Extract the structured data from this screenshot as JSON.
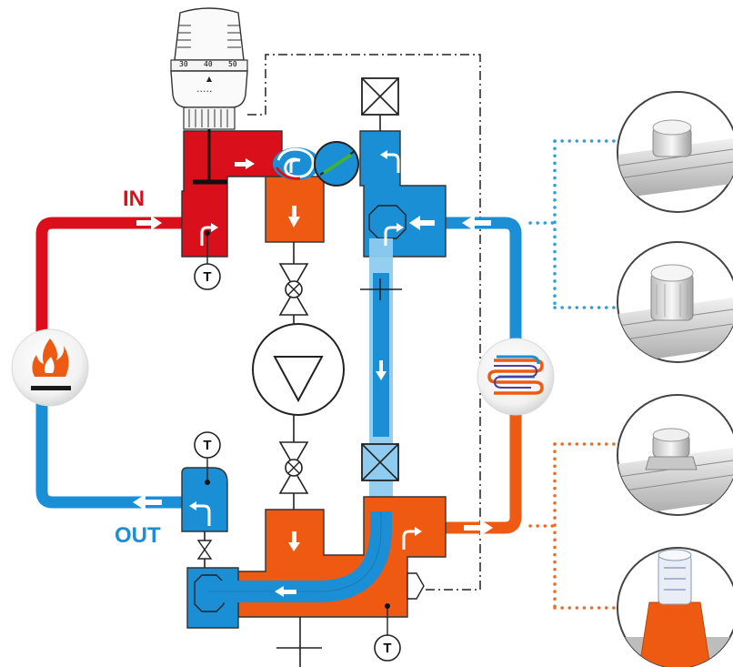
{
  "labels": {
    "inlet": "IN",
    "outlet": "OUT"
  },
  "thermostat": {
    "scale": [
      "30",
      "40",
      "50"
    ],
    "dots": "·····"
  },
  "temperature_sensors": [
    {
      "letter": "T"
    },
    {
      "letter": "T"
    },
    {
      "letter": "T"
    }
  ],
  "colors": {
    "hot_supply": "#d9101c",
    "cold_return": "#1a8fd6",
    "mixed_return": "#ef5a12",
    "body_light": "#ffffff",
    "connector_line": "#2a9fe0",
    "connector_line_warm": "#f06a20"
  },
  "icons": [
    "heat-source-flame-icon",
    "underfloor-heating-coil-icon",
    "thermostatic-head-icon",
    "pump-icon"
  ]
}
